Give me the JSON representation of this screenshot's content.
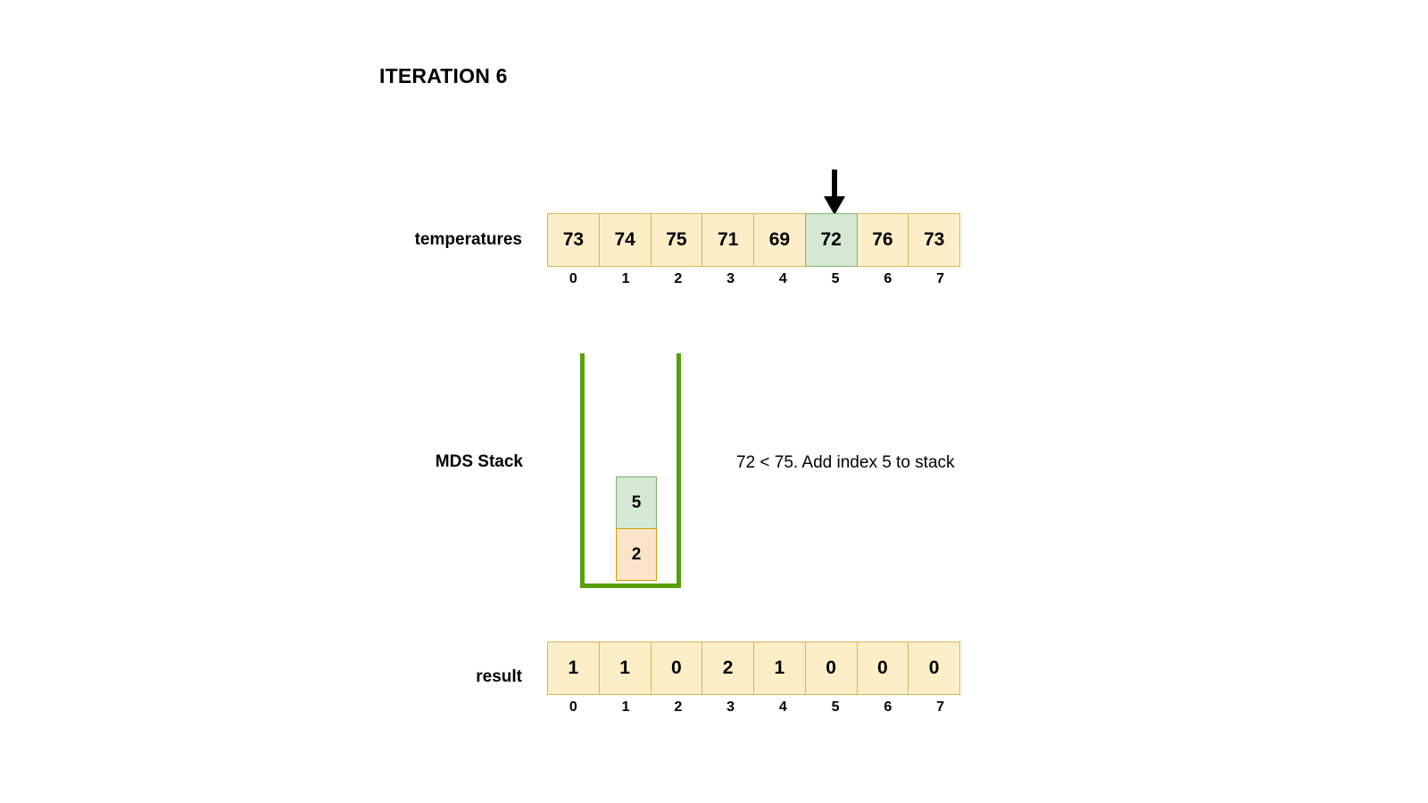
{
  "title": "ITERATION 6",
  "temperatures": {
    "label": "temperatures",
    "values": [
      "73",
      "74",
      "75",
      "71",
      "69",
      "72",
      "76",
      "73"
    ],
    "indices": [
      "0",
      "1",
      "2",
      "3",
      "4",
      "5",
      "6",
      "7"
    ],
    "highlight_index": 5
  },
  "stack": {
    "label": "MDS Stack",
    "items": [
      {
        "value": "5",
        "color": "green"
      },
      {
        "value": "2",
        "color": "orange"
      }
    ],
    "annotation": "72 < 75. Add index 5 to stack"
  },
  "result": {
    "label": "result",
    "values": [
      "1",
      "1",
      "0",
      "2",
      "1",
      "0",
      "0",
      "0"
    ],
    "indices": [
      "0",
      "1",
      "2",
      "3",
      "4",
      "5",
      "6",
      "7"
    ],
    "highlight_index": null
  },
  "pointer": {
    "points_to_index": "5",
    "color": "#000000"
  },
  "colors": {
    "array_fill": "#fcefc8",
    "array_border": "#d6b656",
    "highlight_fill": "#d5e8d4",
    "highlight_border": "#82b366",
    "orange_fill": "#fce4ca",
    "orange_border": "#d79b00",
    "stack_wall": "#56a00a"
  }
}
